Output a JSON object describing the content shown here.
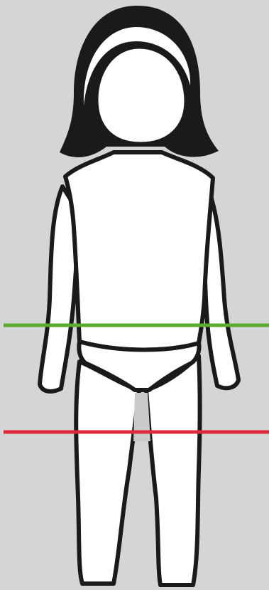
{
  "figure": {
    "subject": "child-body-silhouette",
    "colors": {
      "background": "#d4d5d7",
      "outline": "#1a1a1a",
      "fill": "#ffffff",
      "gap": "#c9cacc"
    }
  },
  "measurement_lines": [
    {
      "name": "waist-line",
      "color": "#5aac2e"
    },
    {
      "name": "thigh-line",
      "color": "#e0293d"
    }
  ]
}
